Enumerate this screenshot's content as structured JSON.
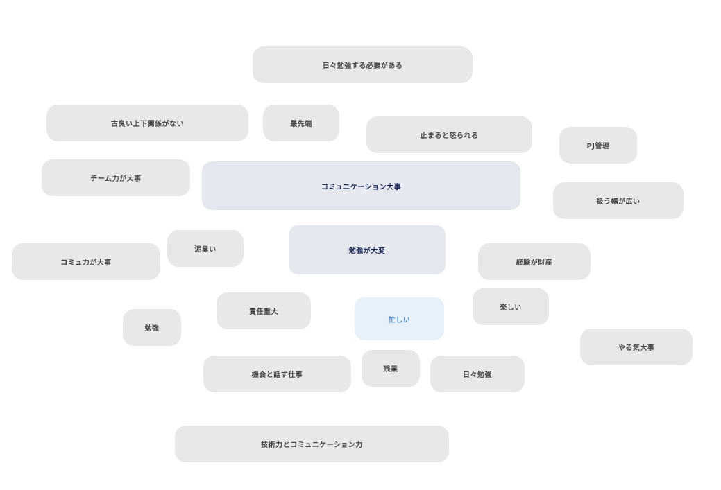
{
  "word_cloud": {
    "words": [
      {
        "text": "日々勉強する必要がある",
        "emphasis": "normal"
      },
      {
        "text": "古臭い上下関係がない",
        "emphasis": "normal"
      },
      {
        "text": "最先端",
        "emphasis": "normal"
      },
      {
        "text": "止まると怒られる",
        "emphasis": "normal"
      },
      {
        "text": "PJ管理",
        "emphasis": "normal"
      },
      {
        "text": "チーム力が大事",
        "emphasis": "normal"
      },
      {
        "text": "コミュニケーション大事",
        "emphasis": "large"
      },
      {
        "text": "扱う幅が広い",
        "emphasis": "normal"
      },
      {
        "text": "泥臭い",
        "emphasis": "normal"
      },
      {
        "text": "勉強が大変",
        "emphasis": "large"
      },
      {
        "text": "コミュ力が大事",
        "emphasis": "normal"
      },
      {
        "text": "経験が財産",
        "emphasis": "normal"
      },
      {
        "text": "責任重大",
        "emphasis": "normal"
      },
      {
        "text": "楽しい",
        "emphasis": "normal"
      },
      {
        "text": "忙しい",
        "emphasis": "highlight"
      },
      {
        "text": "勉強",
        "emphasis": "normal"
      },
      {
        "text": "やる気大事",
        "emphasis": "normal"
      },
      {
        "text": "残業",
        "emphasis": "normal"
      },
      {
        "text": "機会と話す仕事",
        "emphasis": "normal"
      },
      {
        "text": "日々勉強",
        "emphasis": "normal"
      },
      {
        "text": "技術力とコミュニケーション力",
        "emphasis": "normal"
      }
    ],
    "colors": {
      "tag_background": "#e8e8e8",
      "tag_text": "#444444",
      "large_background": "#e6e8ef",
      "large_text": "#1f2b57",
      "highlight_background": "#e6f1fb",
      "highlight_text": "#5b9ad6"
    }
  }
}
